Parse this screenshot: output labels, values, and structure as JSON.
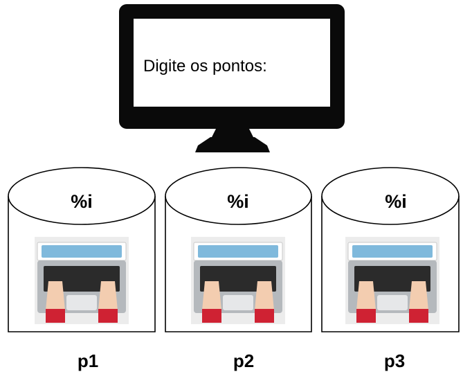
{
  "monitor": {
    "screen_text": "Digite os pontos:"
  },
  "processes": [
    {
      "cylinder_label": "%i",
      "name": "p1"
    },
    {
      "cylinder_label": "%i",
      "name": "p2"
    },
    {
      "cylinder_label": "%i",
      "name": "p3"
    }
  ],
  "colors": {
    "monitor_frame": "#0a0a0a",
    "laptop_body": "#b5b9bd",
    "laptop_screen": "#7fb9dc",
    "keyboard": "#2b2b2b",
    "hands": "#f3cdb0",
    "sleeves": "#cf2233",
    "outline": "#000000"
  },
  "icons": [
    "monitor-icon",
    "laptop-typing-icon"
  ]
}
